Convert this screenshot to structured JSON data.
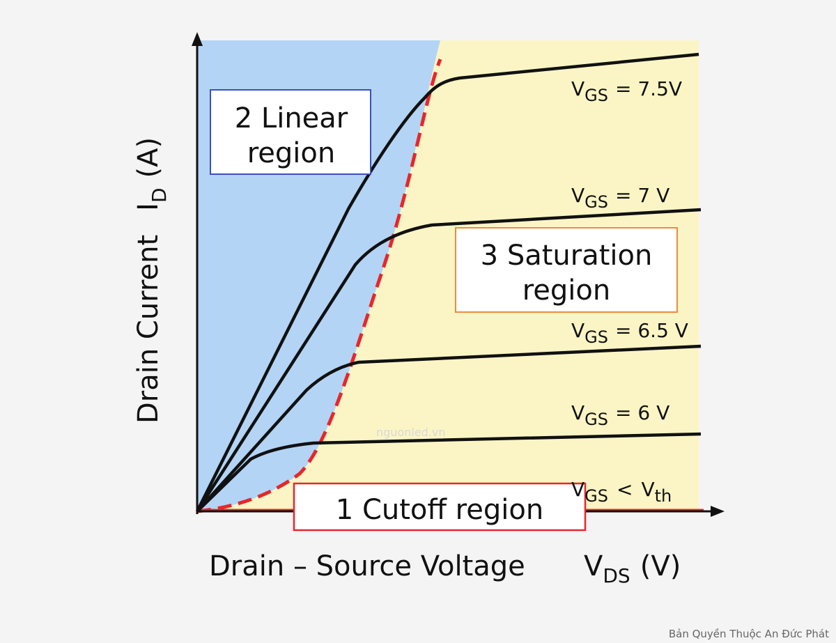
{
  "axes": {
    "y_label_main": "Drain Current",
    "y_label_symbol": "I",
    "y_label_subscript": "D",
    "y_label_unit": "(A)",
    "x_label_main": "Drain – Source Voltage",
    "x_label_symbol": "V",
    "x_label_subscript": "DS",
    "x_label_unit": "(V)"
  },
  "regions": {
    "linear": {
      "line1": "2 Linear",
      "line2": "region",
      "fill": "#b3d4f5",
      "border": "#3a4fc0"
    },
    "saturation": {
      "line1": "3 Saturation",
      "line2": "region",
      "fill": "#fbf5c5",
      "border": "#f08a3c"
    },
    "cutoff": {
      "text": "1 Cutoff region",
      "border": "#e8262a"
    }
  },
  "curves": [
    {
      "main": "V",
      "sub": "GS",
      "rest": "= 7.5V"
    },
    {
      "main": "V",
      "sub": "GS",
      "rest": "= 7 V"
    },
    {
      "main": "V",
      "sub": "GS",
      "rest": "= 6.5 V"
    },
    {
      "main": "V",
      "sub": "GS",
      "rest": "= 6 V"
    }
  ],
  "cutoff_curve": {
    "main": "V",
    "sub": "GS",
    "lt": "<",
    "main2": "V",
    "sub2": "th"
  },
  "watermark": "nguonled.vn",
  "credit": "Bản Quyền Thuộc An Đức Phát",
  "colors": {
    "curve": "#111111",
    "boundary": "#e8262a",
    "axis": "#111111"
  }
}
